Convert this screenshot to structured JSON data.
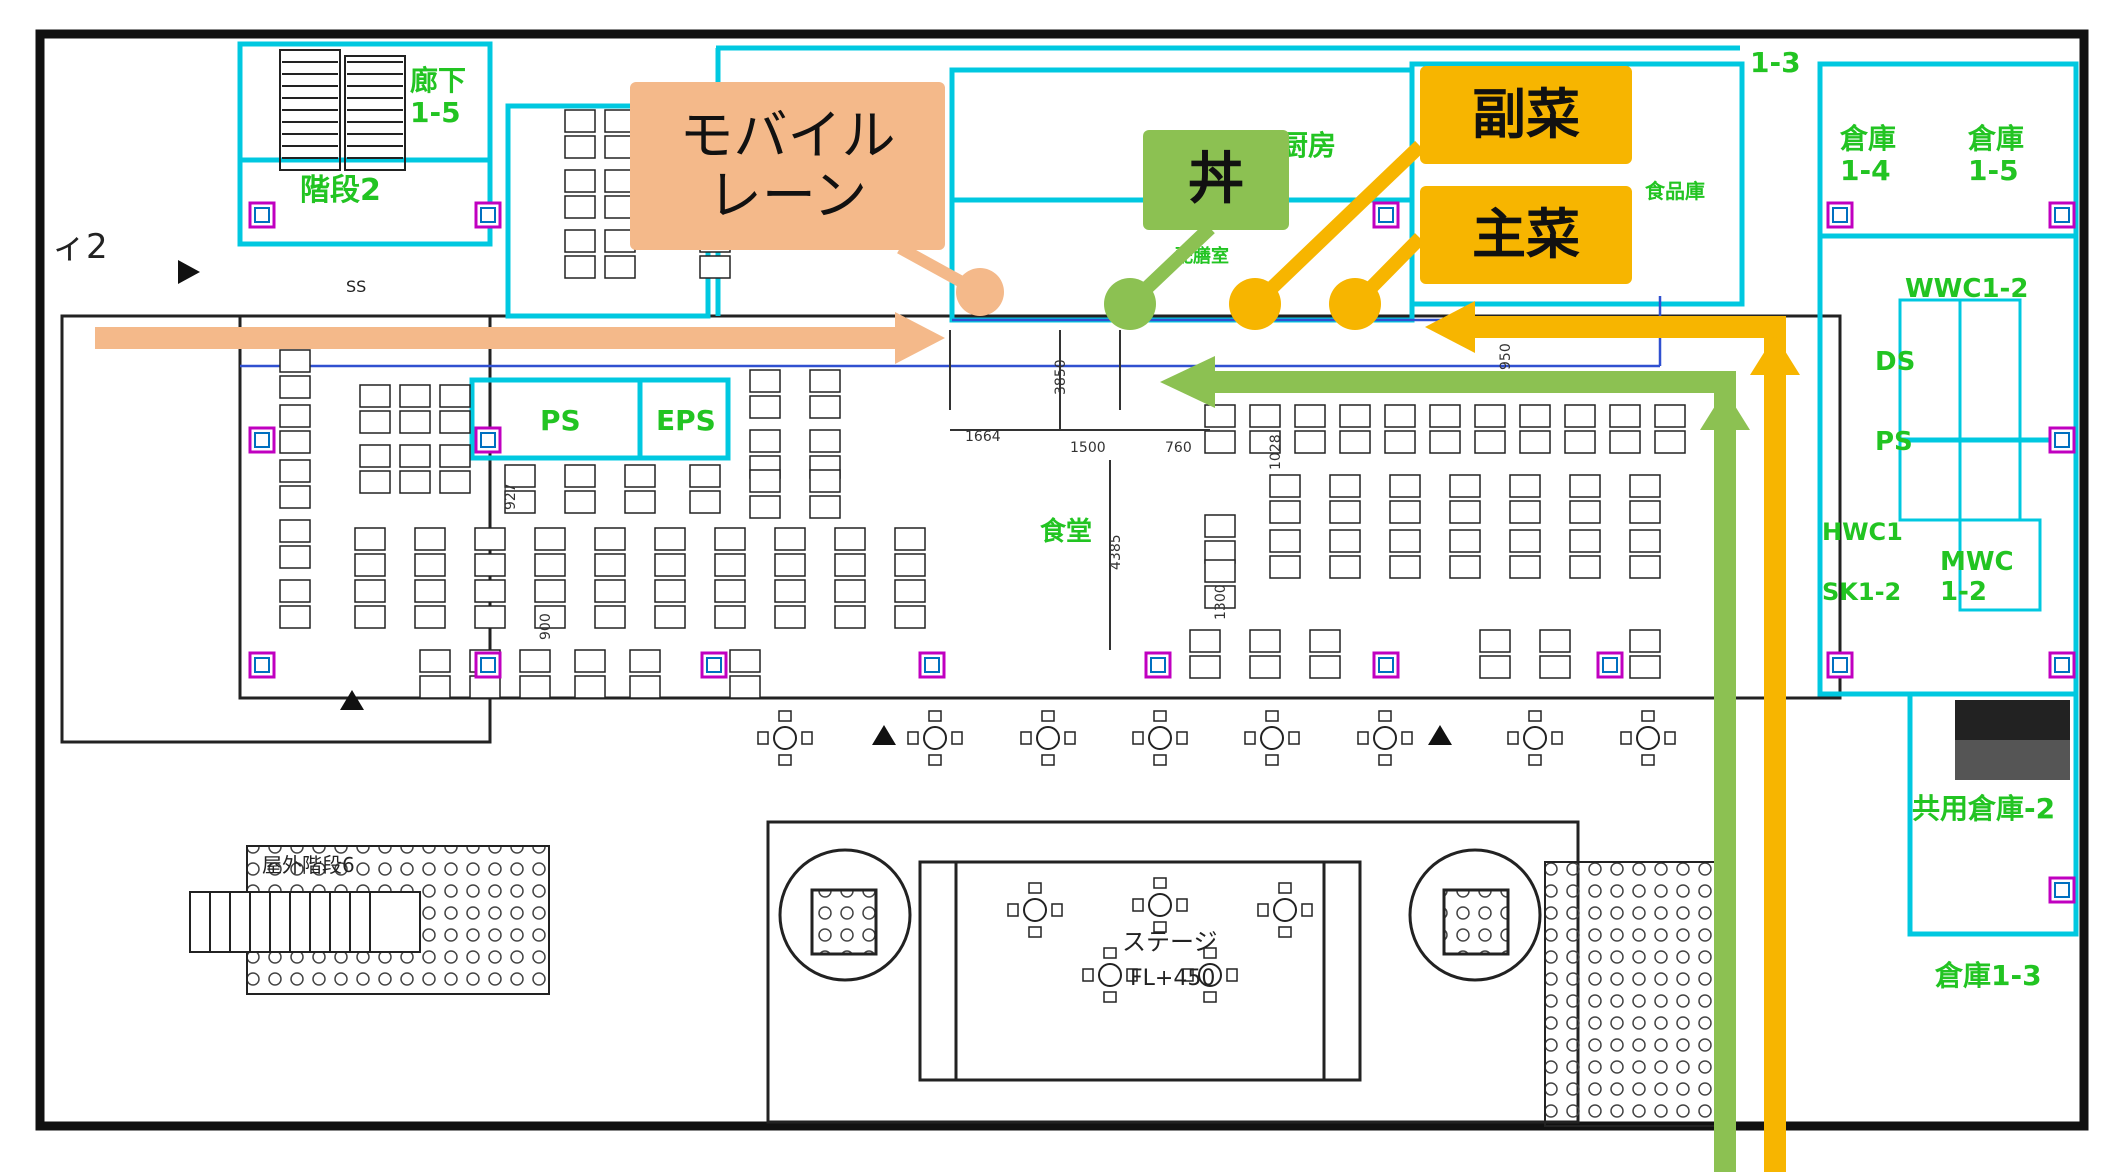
{
  "callouts": {
    "mobile_lane": [
      "モバイル",
      "レーン"
    ],
    "don": "丼",
    "fukusai": "副菜",
    "shusai": "主菜"
  },
  "rooms": {
    "stairs2": "階段2",
    "corridor_1_5": "廊下\n1-5",
    "ss": "SS",
    "ps": "PS",
    "eps": "EPS",
    "shokudo": "食堂",
    "chubo": "厨房",
    "haizenshitsu": "配膳室",
    "shokuhinko": "食品庫",
    "soko_1_4": "倉庫\n1-4",
    "soko_1_5": "倉庫\n1-5",
    "wwc": "WWC1-2",
    "ds": "DS",
    "ps2": "PS",
    "hwc": "HWC1",
    "sk": "SK1-2",
    "mwc": "MWC\n1-2",
    "kyoyo_soko": "共用倉庫-2",
    "soko_1_3": "倉庫1-3",
    "outdoor_stairs": "屋外階段6",
    "stage": "ステージ",
    "fl": "FL+450",
    "corridor_1_3": "1-3",
    "side_label": "ィ2"
  },
  "dimensions": [
    "1664",
    "1500",
    "760",
    "3850",
    "4385",
    "1300",
    "1028",
    "900",
    "927",
    "950"
  ],
  "colors": {
    "mobile": "#f4b98a",
    "don": "#8cc152",
    "side": "#f7b500",
    "wall_cyan": "#00c8e0",
    "room_green": "#22c422",
    "outline": "#111111"
  }
}
